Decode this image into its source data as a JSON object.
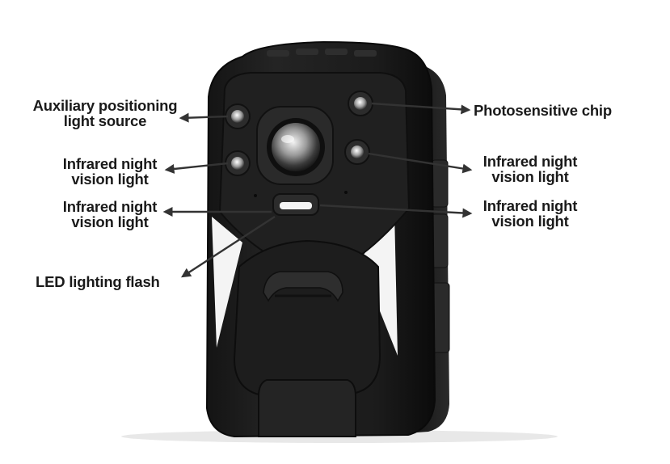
{
  "callouts": {
    "aux_positioning_light": {
      "line1": "Auxiliary positioning",
      "line2": "light source"
    },
    "photosensitive_chip": {
      "line1": "Photosensitive chip"
    },
    "ir_light_left_upper": {
      "line1": "Infrared night",
      "line2": "vision light"
    },
    "ir_light_right_upper": {
      "line1": "Infrared night",
      "line2": "vision light"
    },
    "ir_light_left_lower": {
      "line1": "Infrared night",
      "line2": "vision light"
    },
    "ir_light_right_lower": {
      "line1": "Infrared night",
      "line2": "vision light"
    },
    "led_flash": {
      "line1": "LED lighting flash"
    }
  },
  "colors": {
    "body": "#1c1c1c",
    "body_edge": "#0e0e0e",
    "panel": "#262626",
    "arrow": "#333333",
    "text": "#1a1a1a",
    "background": "#ffffff"
  }
}
